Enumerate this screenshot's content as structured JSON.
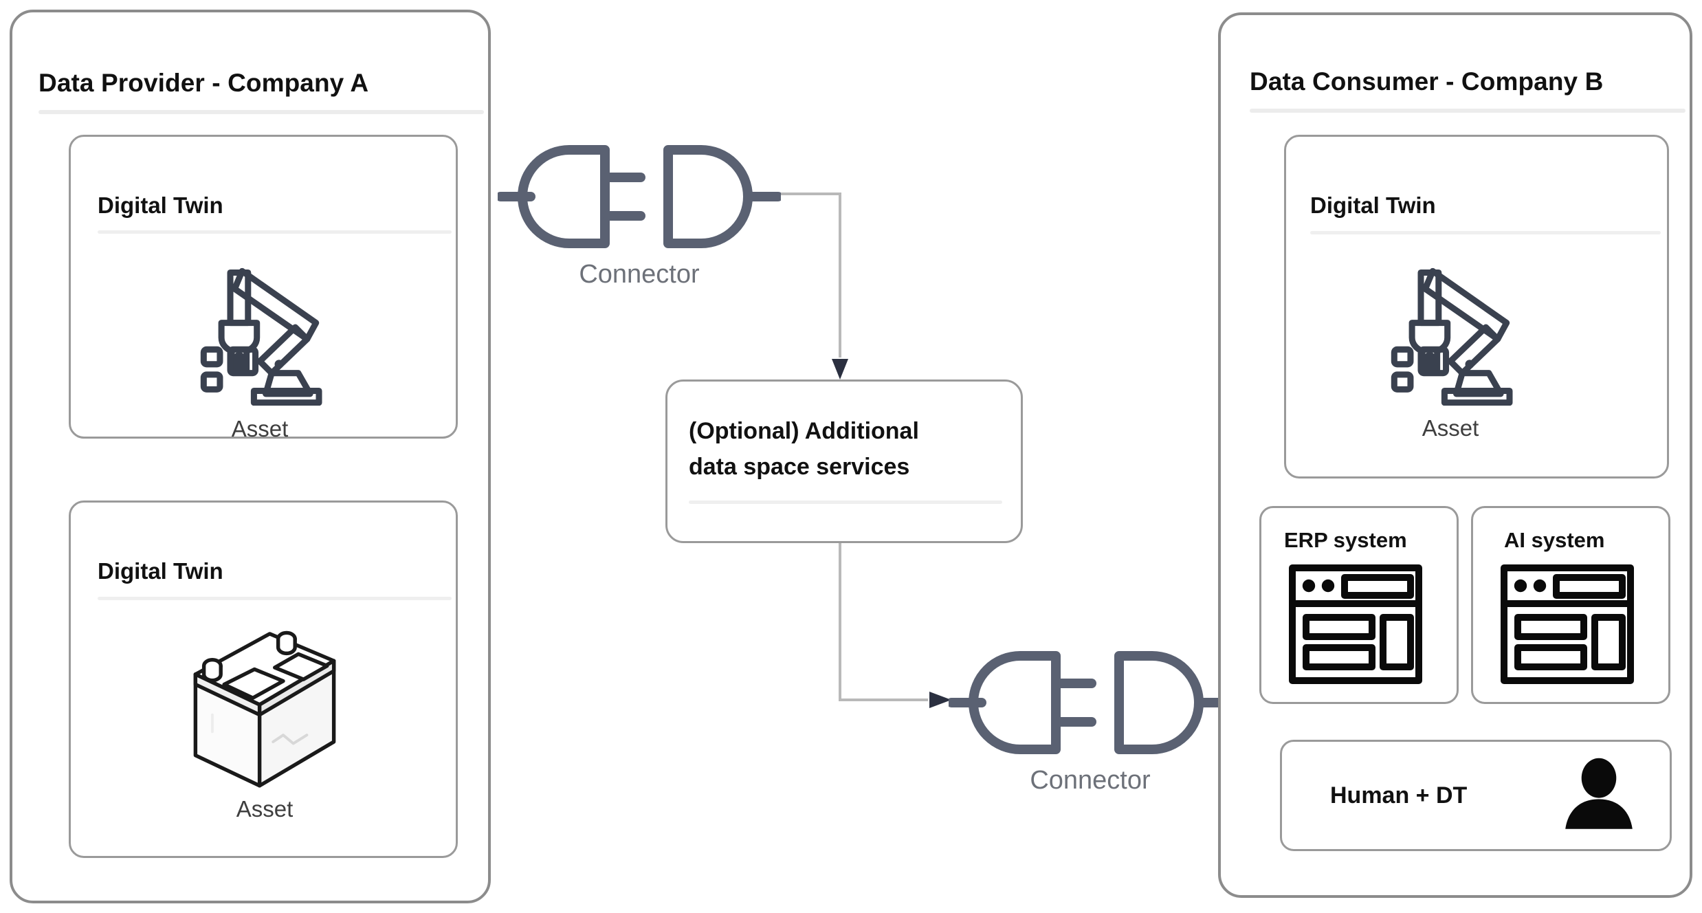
{
  "diagram": {
    "title_left": "Data Provider - Company A",
    "title_right": "Data Consumer - Company B",
    "colors": {
      "connector_stroke": "#5a6172",
      "panel_border": "#8c8c8c",
      "card_border": "#9a9a9a",
      "divider": "#ececec",
      "icon_dark": "#3a414f",
      "icon_black": "#0a0a0a",
      "flow_line": "#b9b9b9",
      "arrow_head": "#2b3040",
      "label_gray": "#6d7179",
      "asset_label": "#3f3f3f"
    }
  },
  "provider": {
    "title": "Data Provider - Company A",
    "twins": [
      {
        "title": "Digital Twin",
        "asset_label": "Asset",
        "icon": "robot-arm-icon"
      },
      {
        "title": "Digital Twin",
        "asset_label": "Asset",
        "icon": "battery-icon"
      }
    ]
  },
  "consumer": {
    "title": "Data Consumer - Company B",
    "twin": {
      "title": "Digital Twin",
      "asset_label": "Asset",
      "icon": "robot-arm-icon"
    },
    "systems": [
      {
        "title": "ERP system",
        "icon": "dashboard-window-icon"
      },
      {
        "title": "AI system",
        "icon": "dashboard-window-icon"
      }
    ],
    "human": {
      "label": "Human + DT",
      "icon": "person-silhouette-icon"
    }
  },
  "connectors": [
    {
      "label": "Connector",
      "icon": "plug-and-socket-icon",
      "position": "top"
    },
    {
      "label": "Connector",
      "icon": "plug-and-socket-icon",
      "position": "bottom"
    }
  ],
  "services": {
    "line1": "(Optional) Additional",
    "line2": "data space services"
  }
}
